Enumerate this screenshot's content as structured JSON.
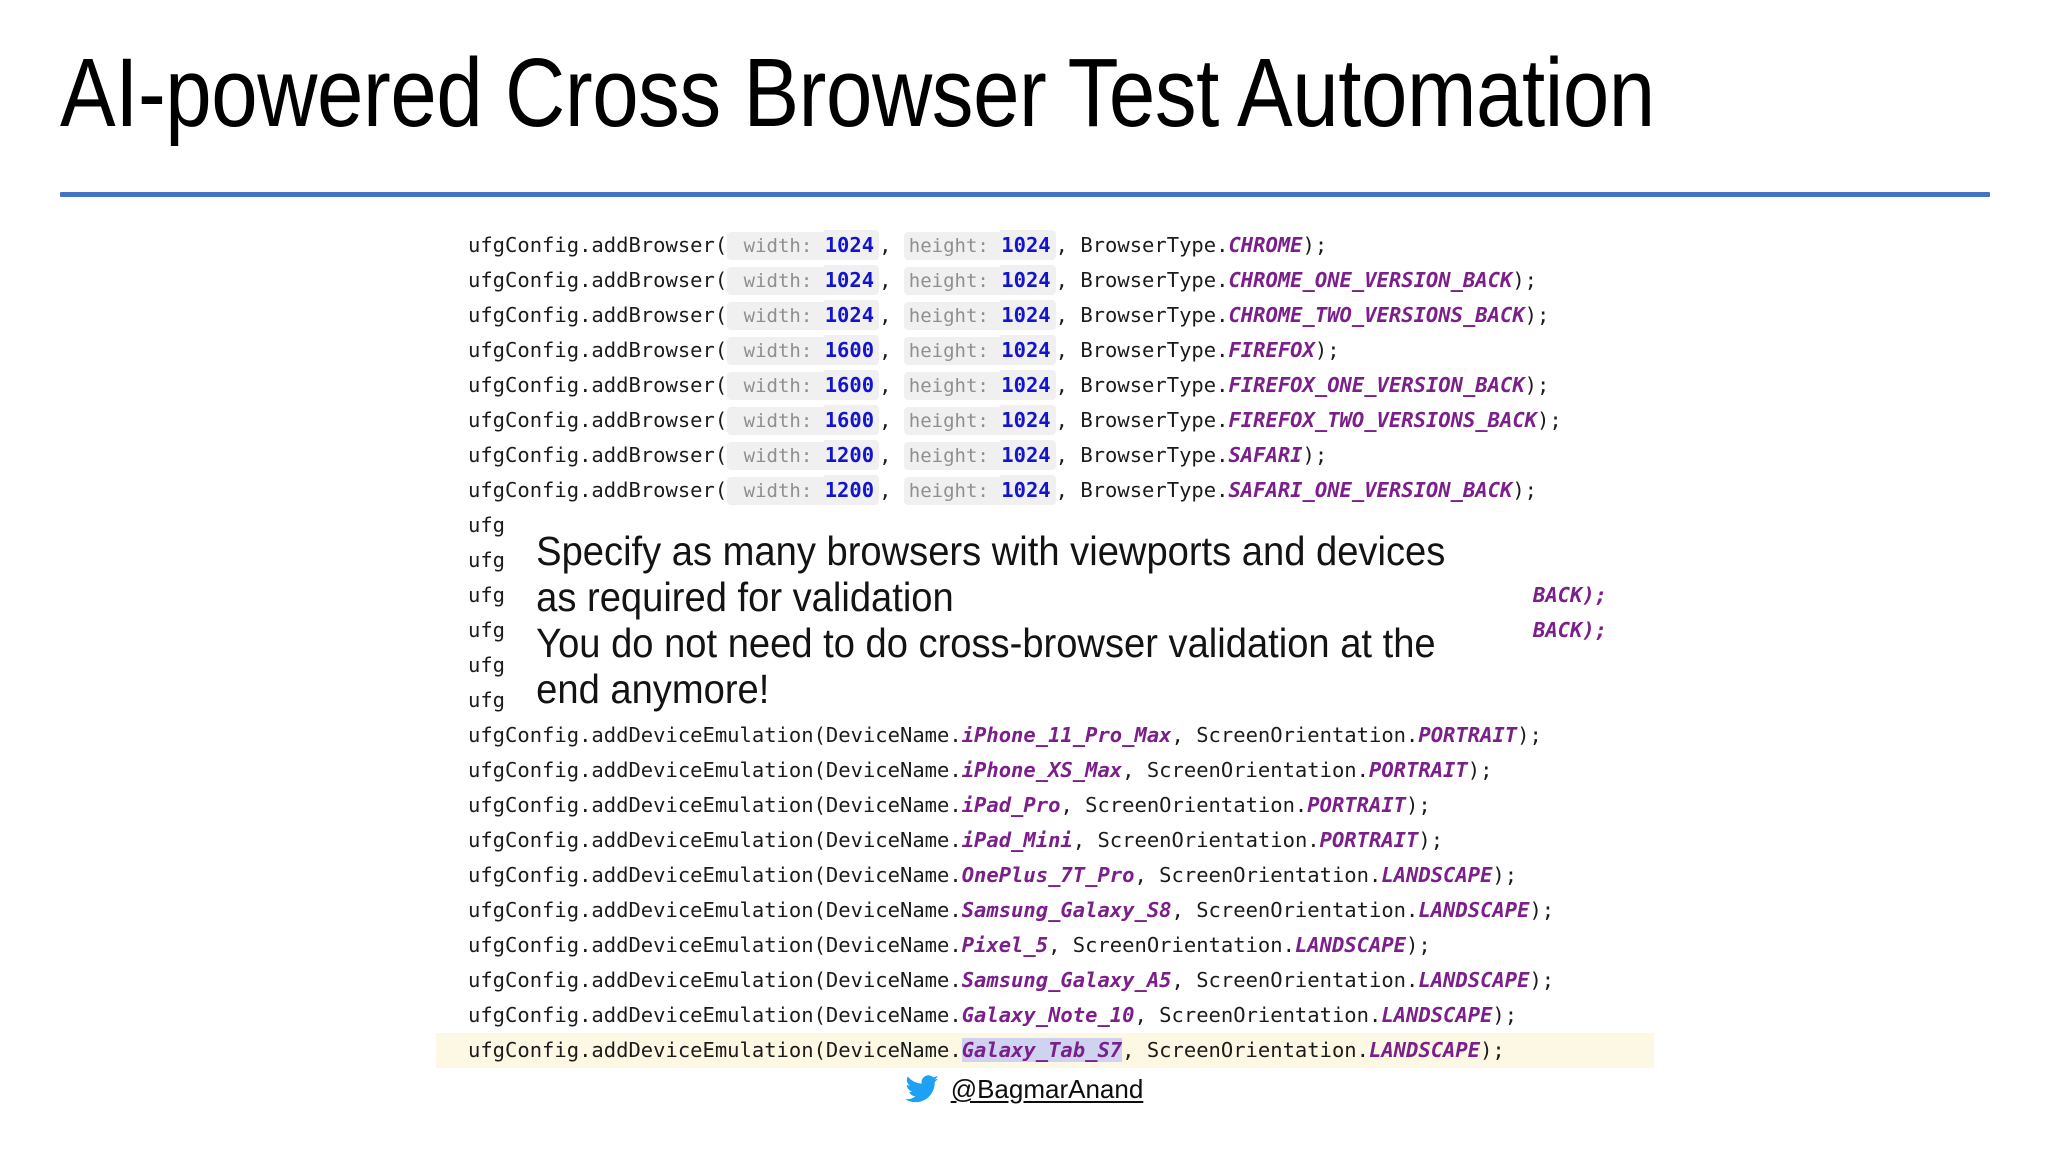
{
  "slide": {
    "title": "AI-powered Cross Browser Test Automation",
    "rule_color": "#4472C4"
  },
  "code": {
    "language": "java",
    "colors": {
      "text": "#1B1B1B",
      "number": "#1414CC",
      "enum": "#7B1F8A",
      "hint_text": "#8F8F8F",
      "hint_background": "#F0F0F0",
      "selection": "#CFD3F0",
      "line_highlight": "#FDF8E3"
    },
    "browser_lines": [
      {
        "call": "ufgConfig.addBrowser(",
        "width_hint": "width:",
        "width": "1024",
        "height_hint": "height:",
        "height": "1024",
        "type_prefix": "BrowserType.",
        "type": "CHROME",
        "tail": ");"
      },
      {
        "call": "ufgConfig.addBrowser(",
        "width_hint": "width:",
        "width": "1024",
        "height_hint": "height:",
        "height": "1024",
        "type_prefix": "BrowserType.",
        "type": "CHROME_ONE_VERSION_BACK",
        "tail": ");"
      },
      {
        "call": "ufgConfig.addBrowser(",
        "width_hint": "width:",
        "width": "1024",
        "height_hint": "height:",
        "height": "1024",
        "type_prefix": "BrowserType.",
        "type": "CHROME_TWO_VERSIONS_BACK",
        "tail": ");"
      },
      {
        "call": "ufgConfig.addBrowser(",
        "width_hint": "width:",
        "width": "1600",
        "height_hint": "height:",
        "height": "1024",
        "type_prefix": "BrowserType.",
        "type": "FIREFOX",
        "tail": ");"
      },
      {
        "call": "ufgConfig.addBrowser(",
        "width_hint": "width:",
        "width": "1600",
        "height_hint": "height:",
        "height": "1024",
        "type_prefix": "BrowserType.",
        "type": "FIREFOX_ONE_VERSION_BACK",
        "tail": ");"
      },
      {
        "call": "ufgConfig.addBrowser(",
        "width_hint": "width:",
        "width": "1600",
        "height_hint": "height:",
        "height": "1024",
        "type_prefix": "BrowserType.",
        "type": "FIREFOX_TWO_VERSIONS_BACK",
        "tail": ");"
      },
      {
        "call": "ufgConfig.addBrowser(",
        "width_hint": "width:",
        "width": "1200",
        "height_hint": "height:",
        "height": "1024",
        "type_prefix": "BrowserType.",
        "type": "SAFARI",
        "tail": ");"
      },
      {
        "call": "ufgConfig.addBrowser(",
        "width_hint": "width:",
        "width": "1200",
        "height_hint": "height:",
        "height": "1024",
        "type_prefix": "BrowserType.",
        "type": "SAFARI_ONE_VERSION_BACK",
        "tail": ");"
      }
    ],
    "obscured_lines": [
      {
        "visible_prefix": "ufg",
        "obscured": true,
        "tail_visible": ""
      },
      {
        "visible_prefix": "ufg",
        "obscured": true,
        "tail_visible": ""
      },
      {
        "visible_prefix": "ufg",
        "obscured": true,
        "tail_visible": "BACK);"
      },
      {
        "visible_prefix": "ufg",
        "obscured": true,
        "tail_visible": "BACK);"
      },
      {
        "visible_prefix": "ufg",
        "obscured": true,
        "tail_visible": ""
      },
      {
        "visible_prefix": "ufg",
        "obscured": true,
        "tail_visible": ""
      }
    ],
    "device_lines": [
      {
        "call": "ufgConfig.addDeviceEmulation(DeviceName.",
        "device": "iPhone_11_Pro_Max",
        "mid": ", ScreenOrientation.",
        "orientation": "PORTRAIT",
        "tail": ");",
        "highlighted": false,
        "selected": false
      },
      {
        "call": "ufgConfig.addDeviceEmulation(DeviceName.",
        "device": "iPhone_XS_Max",
        "mid": ", ScreenOrientation.",
        "orientation": "PORTRAIT",
        "tail": ");",
        "highlighted": false,
        "selected": false
      },
      {
        "call": "ufgConfig.addDeviceEmulation(DeviceName.",
        "device": "iPad_Pro",
        "mid": ", ScreenOrientation.",
        "orientation": "PORTRAIT",
        "tail": ");",
        "highlighted": false,
        "selected": false
      },
      {
        "call": "ufgConfig.addDeviceEmulation(DeviceName.",
        "device": "iPad_Mini",
        "mid": ", ScreenOrientation.",
        "orientation": "PORTRAIT",
        "tail": ");",
        "highlighted": false,
        "selected": false
      },
      {
        "call": "ufgConfig.addDeviceEmulation(DeviceName.",
        "device": "OnePlus_7T_Pro",
        "mid": ", ScreenOrientation.",
        "orientation": "LANDSCAPE",
        "tail": ");",
        "highlighted": false,
        "selected": false
      },
      {
        "call": "ufgConfig.addDeviceEmulation(DeviceName.",
        "device": "Samsung_Galaxy_S8",
        "mid": ", ScreenOrientation.",
        "orientation": "LANDSCAPE",
        "tail": ");",
        "highlighted": false,
        "selected": false
      },
      {
        "call": "ufgConfig.addDeviceEmulation(DeviceName.",
        "device": "Pixel_5",
        "mid": ", ScreenOrientation.",
        "orientation": "LANDSCAPE",
        "tail": ");",
        "highlighted": false,
        "selected": false
      },
      {
        "call": "ufgConfig.addDeviceEmulation(DeviceName.",
        "device": "Samsung_Galaxy_A5",
        "mid": ", ScreenOrientation.",
        "orientation": "LANDSCAPE",
        "tail": ");",
        "highlighted": false,
        "selected": false
      },
      {
        "call": "ufgConfig.addDeviceEmulation(DeviceName.",
        "device": "Galaxy_Note_10",
        "mid": ", ScreenOrientation.",
        "orientation": "LANDSCAPE",
        "tail": ");",
        "highlighted": false,
        "selected": false
      },
      {
        "call": "ufgConfig.addDeviceEmulation(DeviceName.",
        "device": "Galaxy_Tab_S7",
        "mid": ", ScreenOrientation.",
        "orientation": "LANDSCAPE",
        "tail": ");",
        "highlighted": true,
        "selected": true
      }
    ]
  },
  "callout": {
    "line1": "Specify as many browsers with viewports and devices",
    "line2": "as required for validation",
    "line3": "You do not need to do cross-browser validation at the",
    "line4": "end anymore!"
  },
  "footer": {
    "icon": "twitter-bird-icon",
    "icon_color": "#1DA1F2",
    "handle": "@BagmarAnand"
  }
}
